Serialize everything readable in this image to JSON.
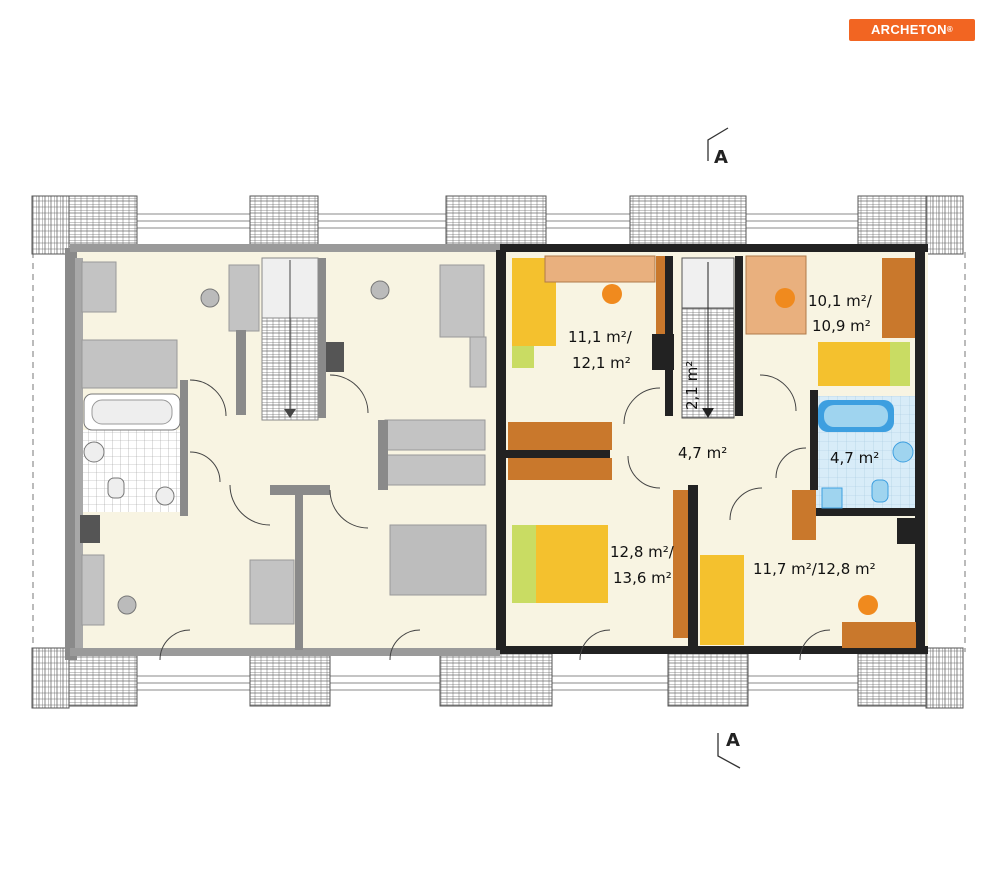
{
  "brand": {
    "name": "ARCHETON",
    "mark": "®"
  },
  "section_markers": {
    "top": "A",
    "bottom": "A"
  },
  "rooms": [
    {
      "id": "bedroom-a",
      "label": "11,1 m²/",
      "label2": "12,1 m²"
    },
    {
      "id": "bedroom-b",
      "label": "10,1 m²/",
      "label2": "10,9 m²"
    },
    {
      "id": "stair",
      "label": "2,1 m²"
    },
    {
      "id": "hall",
      "label": "4,7 m²"
    },
    {
      "id": "bathroom",
      "label": "4,7 m²"
    },
    {
      "id": "bedroom-c",
      "label": "12,8 m²/",
      "label2": "13,6 m²"
    },
    {
      "id": "bedroom-d",
      "label": "11,7 m²/12,8 m²"
    }
  ],
  "colors": {
    "floor": "#f8f4e2",
    "wall": "#222222",
    "gray_wall": "#8a8a8a",
    "furniture_gray": "#c3c3c3",
    "bed_yellow": "#f4c12e",
    "bed_green": "#c9dc63",
    "wood": "#c9782c",
    "wood_light": "#e9b07e",
    "chair_orange": "#f08a1e",
    "bath_blue": "#9fd4ef",
    "tile": "#d8ecf8"
  }
}
